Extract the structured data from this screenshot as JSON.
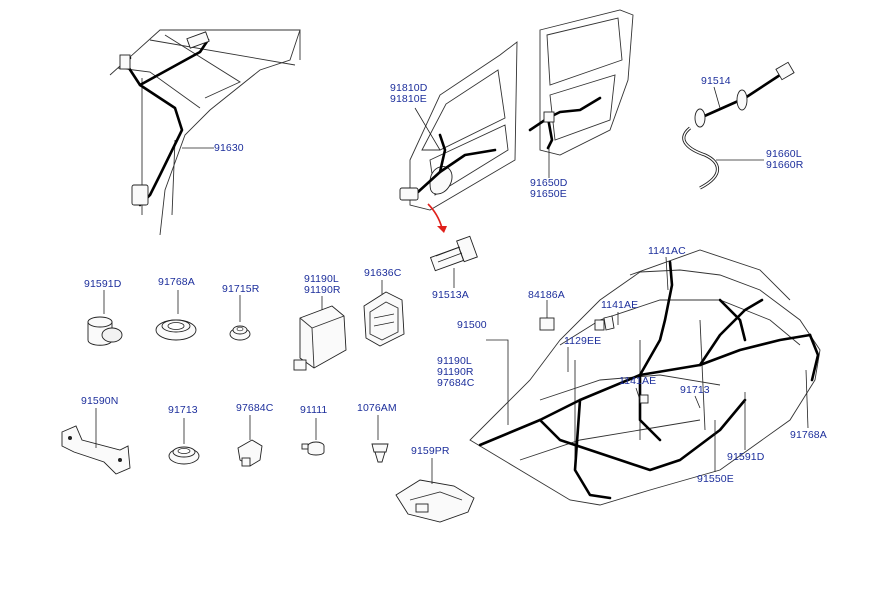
{
  "labels": {
    "p91630": "91630",
    "p91810": [
      "91810D",
      "91810E"
    ],
    "p91650": [
      "91650D",
      "91650E"
    ],
    "p91514": "91514",
    "p91660": [
      "91660L",
      "91660R"
    ],
    "p91513A": "91513A",
    "p1141AC": "1141AC",
    "p91591D_a": "91591D",
    "p91768A_a": "91768A",
    "p91715R": "91715R",
    "p91190_a": [
      "91190L",
      "91190R"
    ],
    "p91636C": "91636C",
    "p84186A": "84186A",
    "p1141AE_a": "1141AE",
    "p91500": "91500",
    "p1129EE": "1129EE",
    "p91190_b": [
      "91190L",
      "91190R",
      "97684C"
    ],
    "p1141AE_b": "1141AE",
    "p91713_a": "91713",
    "p91590N": "91590N",
    "p91713_b": "91713",
    "p97684C": "97684C",
    "p91111": "91111",
    "p1076AM": "1076AM",
    "p91768A_b": "91768A",
    "p91591D_b": "91591D",
    "p91550E": "91550E",
    "p9159PR": "9159PR"
  },
  "colors": {
    "label": "#1d2f9c",
    "line": "#222222",
    "wire": "#000000",
    "arrow": "#e0201b"
  }
}
